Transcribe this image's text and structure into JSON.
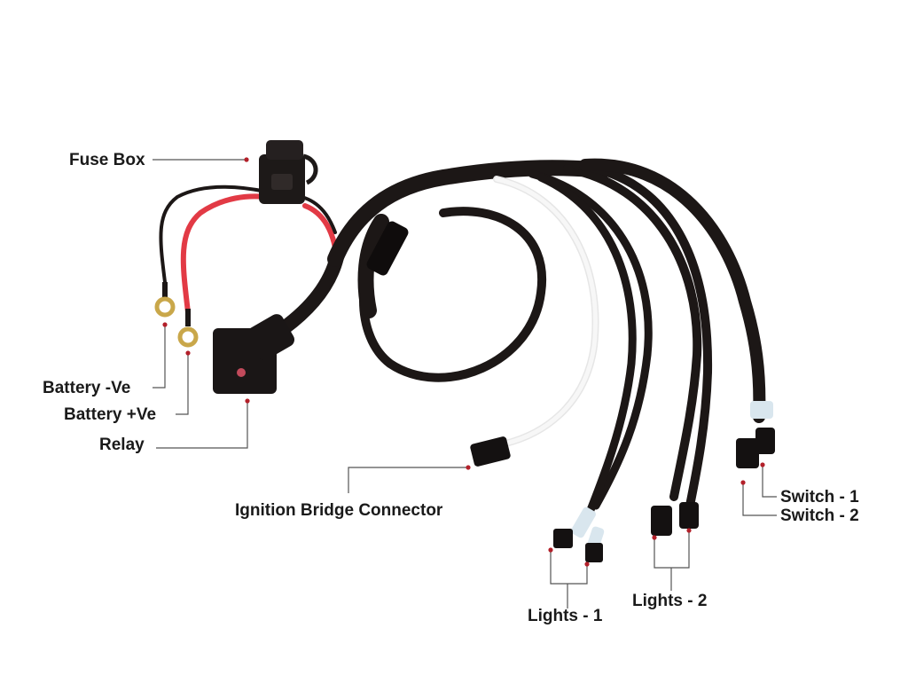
{
  "labels": {
    "fuse_box": "Fuse Box",
    "battery_neg": "Battery -Ve",
    "battery_pos": "Battery +Ve",
    "relay": "Relay",
    "ignition": "Ignition Bridge Connector",
    "lights1": "Lights - 1",
    "lights2": "Lights - 2",
    "switch1": "Switch - 1",
    "switch2": "Switch - 2"
  },
  "colors": {
    "label_text": "#1a1a1a",
    "leader_line": "#555555",
    "marker_dot": "#b3202a",
    "cable_black": "#1c1716",
    "cable_red": "#e23a45",
    "cable_white": "#f4f4f4",
    "ring_terminal": "#c9a74a"
  }
}
